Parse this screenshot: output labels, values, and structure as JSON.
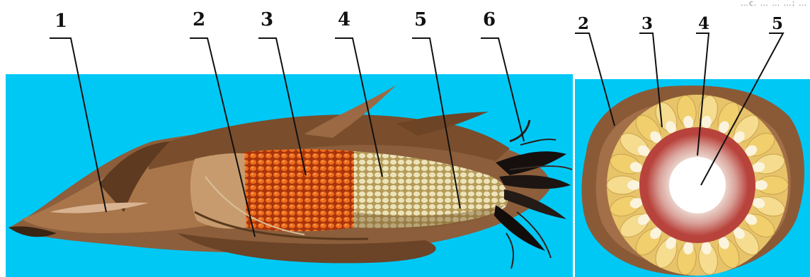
{
  "figure": {
    "corner_text": "…с. … … …;  …",
    "callouts_left": [
      "1",
      "2",
      "3",
      "4",
      "5",
      "6"
    ],
    "callouts_right": [
      "2",
      "3",
      "4",
      "5"
    ]
  },
  "colors": {
    "background": "#00c8f5",
    "husk": "#8a5a35",
    "orange_kernels": "#e8661a",
    "white_kernels": "#e8e0b0",
    "silk": "#1a1412",
    "cob_core": "#ffffff",
    "yellow_kernels": "#f2d47a",
    "pericarp_red": "#b8433c"
  },
  "icons": [
    "corn-ear-photo",
    "corn-cross-section-photo"
  ]
}
